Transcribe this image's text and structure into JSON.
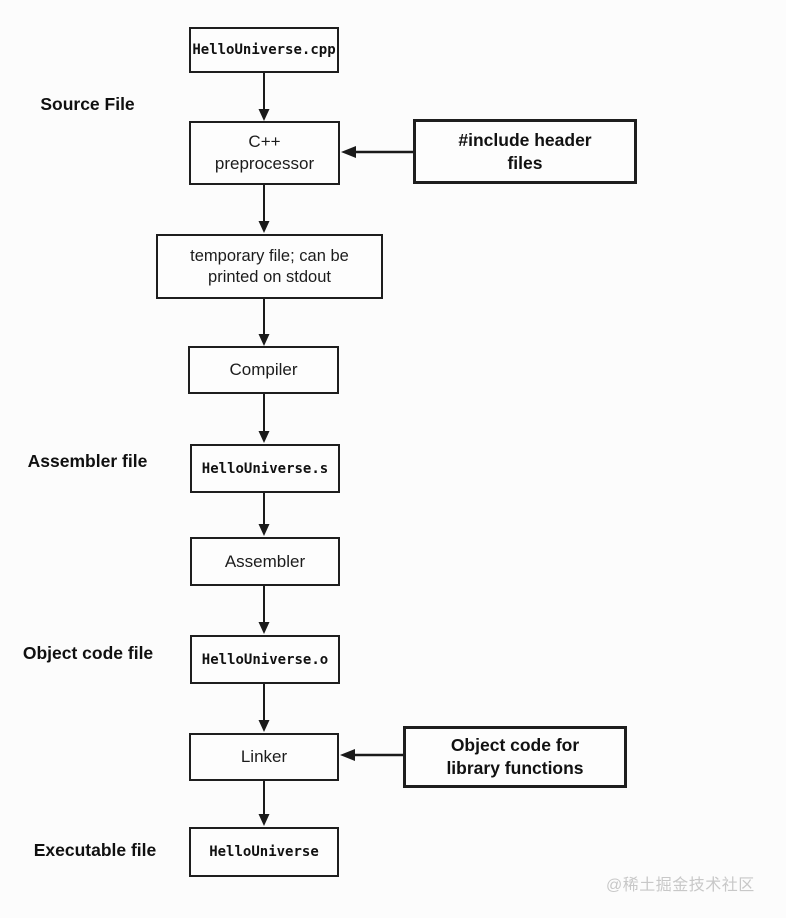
{
  "page": {
    "background": "#fcfcfc",
    "border_color": "#1e1e1e",
    "text_color": "#161616",
    "watermark": "@稀土掘金技术社区",
    "watermark_color": "#c8c8c8"
  },
  "diagram": {
    "type": "flowchart",
    "nodes": {
      "source_cpp": {
        "label": "HelloUniverse.cpp"
      },
      "preprocessor": {
        "lines": [
          "C++",
          "preprocessor"
        ]
      },
      "include_header": {
        "lines": [
          "#include header",
          "files"
        ]
      },
      "temp_file": {
        "lines": [
          "temporary file; can be",
          "printed on stdout"
        ]
      },
      "compiler": {
        "label": "Compiler"
      },
      "assembler_file": {
        "label": "HelloUniverse.s"
      },
      "assembler": {
        "label": "Assembler"
      },
      "object_file": {
        "label": "HelloUniverse.o"
      },
      "linker": {
        "label": "Linker"
      },
      "library_objects": {
        "lines": [
          "Object code for",
          "library functions"
        ]
      },
      "executable": {
        "label": "HelloUniverse"
      }
    },
    "side_labels": {
      "source": {
        "lines": [
          "Source File",
          ""
        ]
      },
      "assembler": {
        "lines": [
          "Assembler",
          "file"
        ]
      },
      "object_code": {
        "lines": [
          "Object code",
          "file"
        ]
      },
      "executable": {
        "lines": [
          "Executable",
          "file"
        ]
      }
    },
    "edges": [
      {
        "from": "source_cpp",
        "to": "preprocessor",
        "direction": "down"
      },
      {
        "from": "include_header",
        "to": "preprocessor",
        "direction": "left"
      },
      {
        "from": "preprocessor",
        "to": "temp_file",
        "direction": "down"
      },
      {
        "from": "temp_file",
        "to": "compiler",
        "direction": "down"
      },
      {
        "from": "compiler",
        "to": "assembler_file",
        "direction": "down"
      },
      {
        "from": "assembler_file",
        "to": "assembler",
        "direction": "down"
      },
      {
        "from": "assembler",
        "to": "object_file",
        "direction": "down"
      },
      {
        "from": "object_file",
        "to": "linker",
        "direction": "down"
      },
      {
        "from": "library_objects",
        "to": "linker",
        "direction": "left"
      },
      {
        "from": "linker",
        "to": "executable",
        "direction": "down"
      }
    ]
  }
}
